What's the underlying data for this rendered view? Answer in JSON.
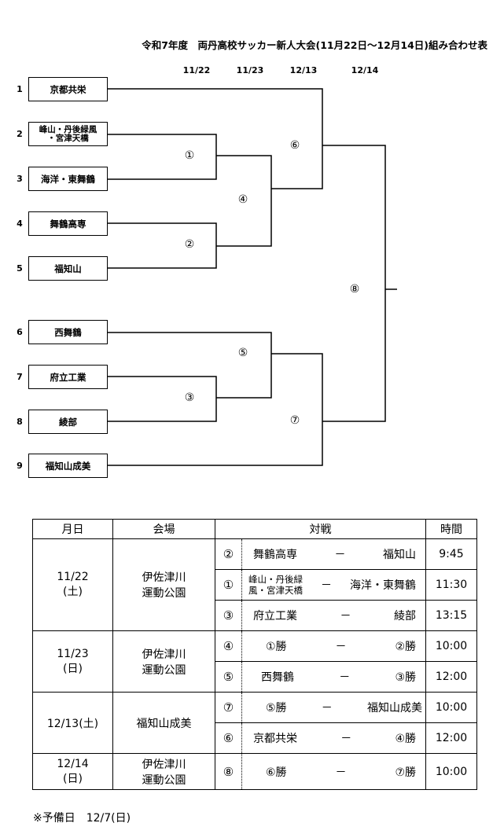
{
  "title": "令和7年度　両丹高校サッカー新人大会(11月22日～12月14日)組み合わせ表",
  "dates": [
    "11/22",
    "11/23",
    "12/13",
    "12/14"
  ],
  "teams": [
    {
      "num": "1",
      "name": "京都共栄"
    },
    {
      "num": "2",
      "name": "峰山・丹後緑風\n・宮津天橋"
    },
    {
      "num": "3",
      "name": "海洋・東舞鶴"
    },
    {
      "num": "4",
      "name": "舞鶴高専"
    },
    {
      "num": "5",
      "name": "福知山"
    },
    {
      "num": "6",
      "name": "西舞鶴"
    },
    {
      "num": "7",
      "name": "府立工業"
    },
    {
      "num": "8",
      "name": "綾部"
    },
    {
      "num": "9",
      "name": "福知山成美"
    }
  ],
  "match_markers": [
    "①",
    "②",
    "③",
    "④",
    "⑤",
    "⑥",
    "⑦",
    "⑧"
  ],
  "schedule": {
    "headers": [
      "月日",
      "会場",
      "対戦",
      "時間"
    ],
    "groups": [
      {
        "date": "11/22\n(土)",
        "venue": "伊佐津川\n運動公園",
        "matches": [
          {
            "no": "②",
            "a": "舞鶴高専",
            "dash": "－",
            "b": "福知山",
            "time": "9:45"
          },
          {
            "no": "①",
            "a": "峰山・丹後緑\n風・宮津天橋",
            "dash": "－",
            "b": "海洋・東舞鶴",
            "time": "11:30"
          },
          {
            "no": "③",
            "a": "府立工業",
            "dash": "－",
            "b": "綾部",
            "time": "13:15"
          }
        ]
      },
      {
        "date": "11/23\n(日)",
        "venue": "伊佐津川\n運動公園",
        "matches": [
          {
            "no": "④",
            "a": "①勝",
            "dash": "－",
            "b": "②勝",
            "time": "10:00"
          },
          {
            "no": "⑤",
            "a": "西舞鶴",
            "dash": "－",
            "b": "③勝",
            "time": "12:00"
          }
        ]
      },
      {
        "date": "12/13(土)",
        "venue": "福知山成美",
        "matches": [
          {
            "no": "⑦",
            "a": "⑤勝",
            "dash": "－",
            "b": "福知山成美",
            "time": "10:00"
          },
          {
            "no": "⑥",
            "a": "京都共栄",
            "dash": "－",
            "b": "④勝",
            "time": "12:00"
          }
        ]
      },
      {
        "date": "12/14\n(日)",
        "venue": "伊佐津川\n運動公園",
        "matches": [
          {
            "no": "⑧",
            "a": "⑥勝",
            "dash": "－",
            "b": "⑦勝",
            "time": "10:00"
          }
        ]
      }
    ]
  },
  "note": "※予備日　12/7(日)"
}
